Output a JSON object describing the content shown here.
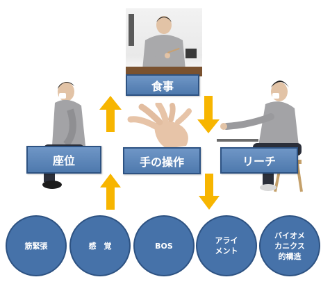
{
  "colors": {
    "box_fill": "#4e79ad",
    "circle_fill": "#4672a9",
    "border": "#2d5282",
    "arrow": "#f7b500"
  },
  "activities": {
    "eating": "食事",
    "sitting": "座位",
    "hand_operation": "手の操作",
    "reach": "リーチ"
  },
  "factors": [
    {
      "label": "筋緊張"
    },
    {
      "label": "感　覚"
    },
    {
      "label": "BOS"
    },
    {
      "label": "アライ\nメント"
    },
    {
      "label": "バイオメ\nカニクス\n的構造"
    }
  ],
  "arrows": [
    {
      "name": "sitting-to-eating-arrow",
      "direction": "up"
    },
    {
      "name": "eating-to-reach-arrow",
      "direction": "down"
    },
    {
      "name": "factors-to-sitting-arrow",
      "direction": "up"
    },
    {
      "name": "reach-to-factors-arrow",
      "direction": "down"
    }
  ]
}
